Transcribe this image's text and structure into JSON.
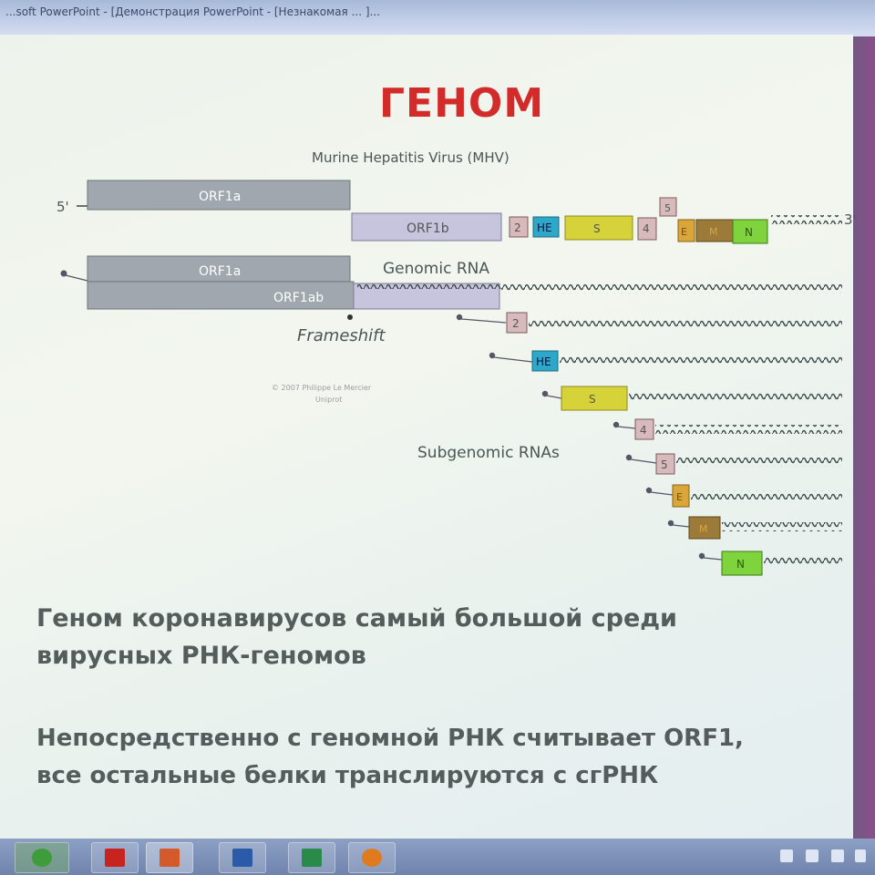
{
  "window": {
    "title_visible": "...soft PowerPoint - [Демонстрация PowerPoint - [Незнакомая ... ]..."
  },
  "slide": {
    "title": "ГЕНОМ",
    "diagram": {
      "subtitle": "Murine Hepatitis Virus (MHV)",
      "five_prime": "5'",
      "three_prime": "3'",
      "genes": {
        "orf1a": "ORF1a",
        "orf1b": "ORF1b",
        "g2": "2",
        "he": "HE",
        "s": "S",
        "g4": "4",
        "g5": "5",
        "e": "E",
        "m": "M",
        "n": "N"
      },
      "genomic_rna_label": "Genomic RNA",
      "orf1ab": "ORF1ab",
      "frameshift_label": "Frameshift",
      "subgenomic_label": "Subgenomic RNAs",
      "copyright_line1": "© 2007 Philippe Le Mercier",
      "copyright_line2": "Uniprot"
    },
    "body_lines": [
      "Геном коронавирусов самый большой среди",
      "вирусных РНК-геномов",
      "Непосредственно с геномной РНК считывает ORF1,",
      "все остальные белки транслируются с сгРНК"
    ]
  },
  "colors": {
    "title_red": "#d32a2a",
    "orf_gray": "#a0a7ae",
    "orf1b_lavender": "#c7c4de",
    "g2_pink": "#d8b9bc",
    "he_cyan": "#2ea8c8",
    "s_yellow": "#d5d23a",
    "e_orange": "#d9a63a",
    "m_brown": "#9b7a3a",
    "n_green": "#7fd33c"
  },
  "taskbar": {
    "buttons": [
      "start-orb",
      "acrobat",
      "powerpoint",
      "word",
      "excel",
      "firefox"
    ]
  }
}
